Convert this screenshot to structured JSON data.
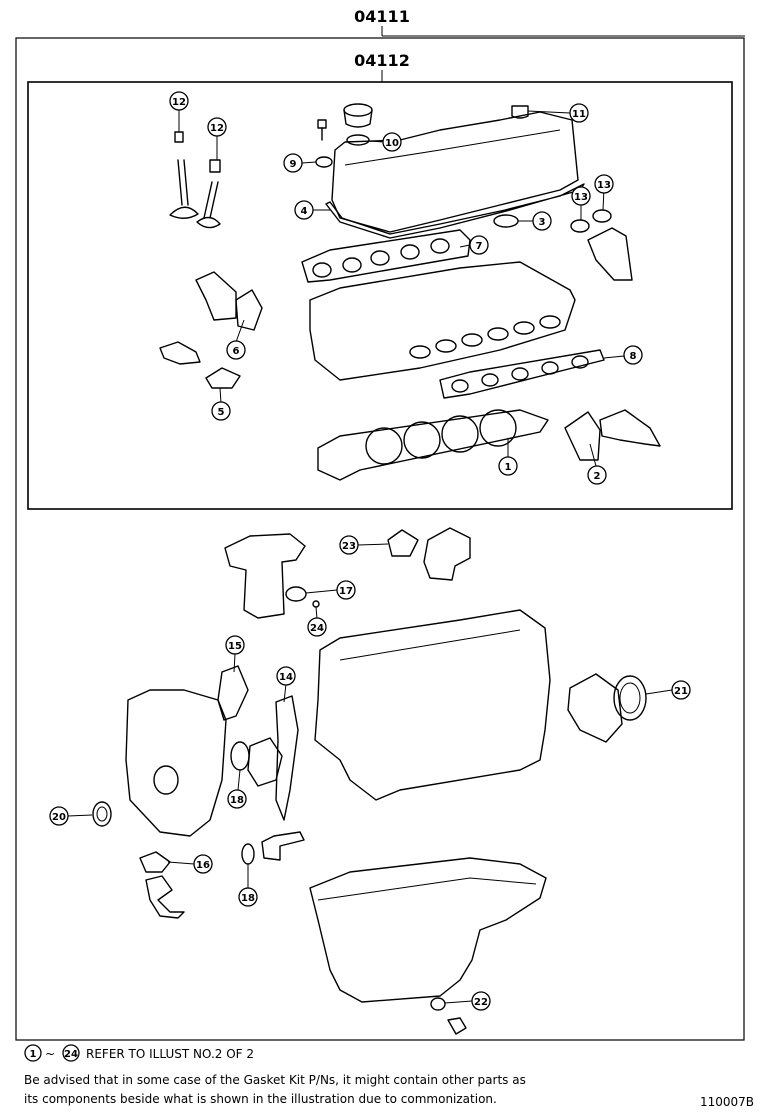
{
  "kit_outer": {
    "number": "04111"
  },
  "kit_inner": {
    "number": "04112"
  },
  "callouts": {
    "c1": "1",
    "c2": "2",
    "c3": "3",
    "c4": "4",
    "c5": "5",
    "c6": "6",
    "c7": "7",
    "c8": "8",
    "c9": "9",
    "c10": "10",
    "c11": "11",
    "c12a": "12",
    "c12b": "12",
    "c13a": "13",
    "c13b": "13",
    "c14": "14",
    "c15": "15",
    "c16": "16",
    "c17": "17",
    "c18a": "18",
    "c18b": "18",
    "c20": "20",
    "c21": "21",
    "c22": "22",
    "c23": "23",
    "c24": "24"
  },
  "legend": {
    "range_start": "1",
    "range_sep": "~",
    "range_end": "24",
    "text": "REFER TO ILLUST NO.2 OF 2"
  },
  "advisory": {
    "line1": "Be advised that in some case of the Gasket Kit P/Ns,  it might contain other parts as",
    "line2": "its components beside what is shown in the illustration due to commonization."
  },
  "figure_code": "110007B"
}
